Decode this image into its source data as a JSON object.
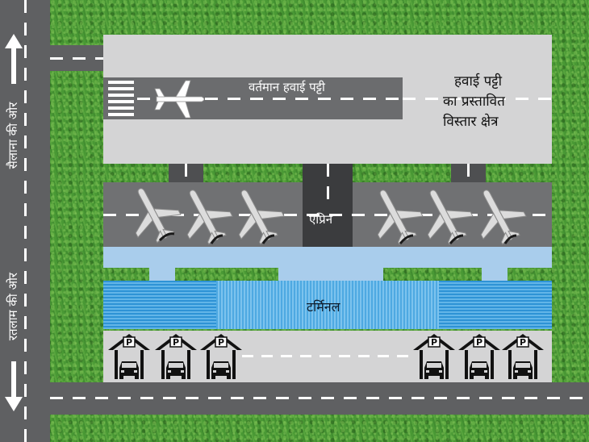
{
  "runway": {
    "current_label": "वर्तमान हवाई पट्टी",
    "expansion_label_line1": "हवाई पट्टी",
    "expansion_label_line2": "का प्रस्तावित",
    "expansion_label_line3": "विस्तार क्षेत्र"
  },
  "apron": {
    "label": "एप्रिन"
  },
  "terminal": {
    "label": "टर्मिनल"
  },
  "roads": {
    "towards_sailana": "सैलाना की ओर",
    "towards_ratlam": "रतलाम की ओर"
  },
  "parking": {
    "symbol": "P"
  },
  "colors": {
    "grass": "#4f9e3a",
    "road": "#5f6062",
    "expansion_area": "#d4d4d5",
    "apron": "#707173",
    "walkway": "#a9cdec",
    "terminal_blue": "#3da0dc"
  },
  "icons": [
    "airplane-icon",
    "parking-icon",
    "car-icon",
    "arrow-up-icon",
    "arrow-down-icon"
  ]
}
